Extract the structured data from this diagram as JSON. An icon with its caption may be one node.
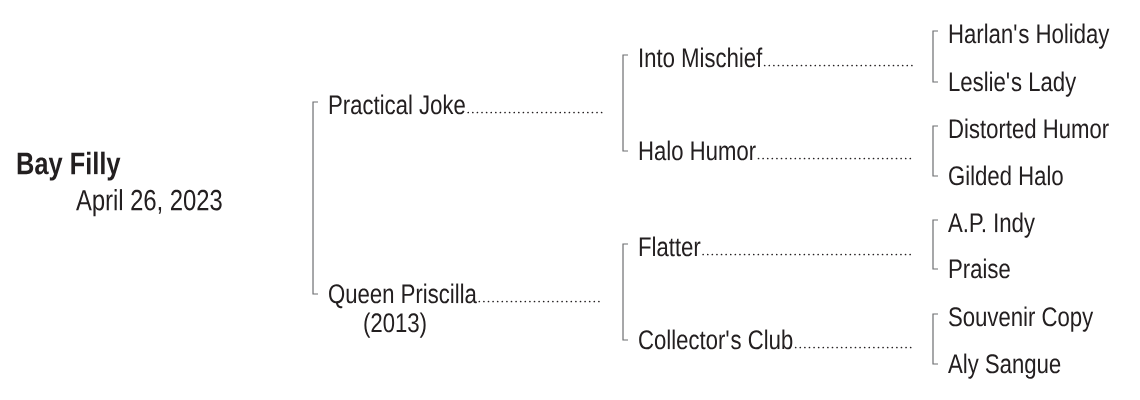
{
  "diagram": {
    "nodes": [
      {
        "text": [
          "Bay Filly",
          "April 26, 2023"
        ]
      },
      {
        "text": [
          "Practical Joke"
        ]
      },
      {
        "text": [
          "Queen Priscilla",
          "(2013)"
        ]
      },
      {
        "text": [
          "Into Mischief"
        ]
      },
      {
        "text": [
          "Halo Humor"
        ]
      },
      {
        "text": [
          "Flatter"
        ]
      },
      {
        "text": [
          "Collector's Club"
        ]
      },
      {
        "text": [
          "Harlan's Holiday"
        ]
      },
      {
        "text": [
          "Leslie's Lady"
        ]
      },
      {
        "text": [
          "Distorted Humor"
        ]
      },
      {
        "text": [
          "Gilded Halo"
        ]
      },
      {
        "text": [
          "A.P. Indy"
        ]
      },
      {
        "text": [
          "Praise"
        ]
      },
      {
        "text": [
          "Souvenir Copy"
        ]
      },
      {
        "text": [
          "Aly Sangue"
        ]
      }
    ],
    "edges": [
      {
        "from": 1,
        "to": 2,
        "arrow": "none"
      },
      {
        "from": 3,
        "to": 4,
        "arrow": "none"
      },
      {
        "from": 5,
        "to": 6,
        "arrow": "none"
      },
      {
        "from": 7,
        "to": 8,
        "arrow": "none"
      },
      {
        "from": 9,
        "to": 10,
        "arrow": "none"
      },
      {
        "from": 11,
        "to": 12,
        "arrow": "none"
      },
      {
        "from": 13,
        "to": 14,
        "arrow": "none"
      },
      {
        "from": 1,
        "to": null,
        "arrow": "none",
        "style": "dashed",
        "color": "#231f20"
      },
      {
        "from": 2,
        "to": null,
        "arrow": "none",
        "style": "dashed",
        "color": "#231f20"
      },
      {
        "from": 3,
        "to": null,
        "arrow": "none",
        "style": "dashed",
        "color": "#231f20"
      },
      {
        "from": 4,
        "to": null,
        "arrow": "none",
        "style": "dashed",
        "color": "#231f20"
      },
      {
        "from": 5,
        "to": null,
        "arrow": "none",
        "style": "dashed",
        "color": "#231f20"
      },
      {
        "from": 6,
        "to": null,
        "arrow": "none",
        "style": "dashed",
        "color": "#231f20"
      }
    ]
  }
}
